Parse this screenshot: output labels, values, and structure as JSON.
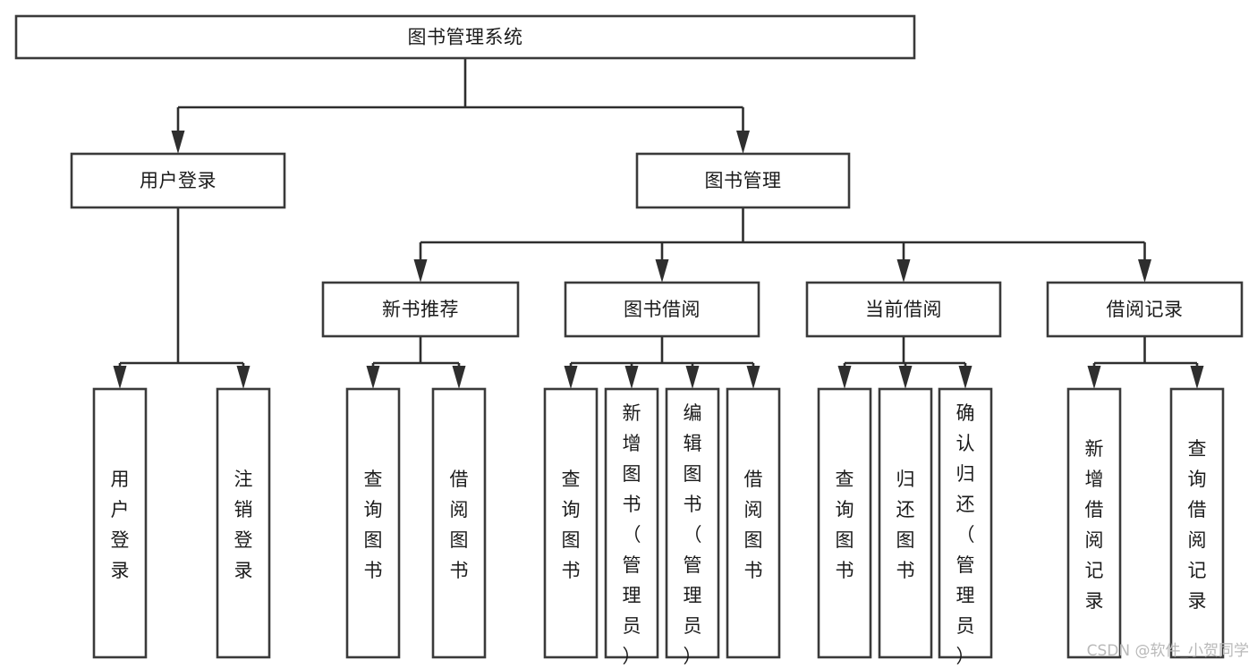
{
  "diagram": {
    "title": "图书管理系统",
    "orientation": "top-down-tree",
    "watermark": "CSDN @软件_小贺同学",
    "colors": {
      "box_stroke": "#3a3a3a",
      "box_fill": "#ffffff",
      "connector": "#2e2e2e",
      "text": "#1b1b1b",
      "watermark": "#b9b9b9",
      "background": "#ffffff"
    }
  },
  "nodes": {
    "root": {
      "label": "图书管理系统",
      "level": 0,
      "text_orientation": "horizontal"
    },
    "l1": [
      {
        "id": "user-login",
        "label": "用户登录",
        "text_orientation": "horizontal"
      },
      {
        "id": "book-management",
        "label": "图书管理",
        "text_orientation": "horizontal"
      }
    ],
    "l2": [
      {
        "id": "new-book-recommend",
        "label": "新书推荐",
        "text_orientation": "horizontal"
      },
      {
        "id": "book-borrow",
        "label": "图书借阅",
        "text_orientation": "horizontal"
      },
      {
        "id": "current-borrow",
        "label": "当前借阅",
        "text_orientation": "horizontal"
      },
      {
        "id": "borrow-record",
        "label": "借阅记录",
        "text_orientation": "horizontal"
      }
    ],
    "leaves": {
      "user-login": [
        {
          "id": "leaf-user-login",
          "label": "用户登录",
          "text_orientation": "vertical"
        },
        {
          "id": "leaf-logout",
          "label": "注销登录",
          "text_orientation": "vertical"
        }
      ],
      "new-book-recommend": [
        {
          "id": "leaf-query-book-1",
          "label": "查询图书",
          "text_orientation": "vertical"
        },
        {
          "id": "leaf-borrow-book-1",
          "label": "借阅图书",
          "text_orientation": "vertical"
        }
      ],
      "book-borrow": [
        {
          "id": "leaf-query-book-2",
          "label": "查询图书",
          "text_orientation": "vertical"
        },
        {
          "id": "leaf-add-book",
          "label": "新增图书（管理员）",
          "text_orientation": "vertical"
        },
        {
          "id": "leaf-edit-book",
          "label": "编辑图书（管理员）",
          "text_orientation": "vertical"
        },
        {
          "id": "leaf-borrow-book-2",
          "label": "借阅图书",
          "text_orientation": "vertical"
        }
      ],
      "current-borrow": [
        {
          "id": "leaf-query-book-3",
          "label": "查询图书",
          "text_orientation": "vertical"
        },
        {
          "id": "leaf-return-book",
          "label": "归还图书",
          "text_orientation": "vertical"
        },
        {
          "id": "leaf-confirm-return",
          "label": "确认归还（管理员）",
          "text_orientation": "vertical"
        }
      ],
      "borrow-record": [
        {
          "id": "leaf-add-record",
          "label": "新增借阅记录",
          "text_orientation": "vertical"
        },
        {
          "id": "leaf-query-record",
          "label": "查询借阅记录",
          "text_orientation": "vertical"
        }
      ]
    }
  },
  "edges": [
    {
      "from": "图书管理系统",
      "to": "用户登录"
    },
    {
      "from": "图书管理系统",
      "to": "图书管理"
    },
    {
      "from": "图书管理",
      "to": "新书推荐"
    },
    {
      "from": "图书管理",
      "to": "图书借阅"
    },
    {
      "from": "图书管理",
      "to": "当前借阅"
    },
    {
      "from": "图书管理",
      "to": "借阅记录"
    },
    {
      "from": "用户登录",
      "to": "用户登录"
    },
    {
      "from": "用户登录",
      "to": "注销登录"
    },
    {
      "from": "新书推荐",
      "to": "查询图书"
    },
    {
      "from": "新书推荐",
      "to": "借阅图书"
    },
    {
      "from": "图书借阅",
      "to": "查询图书"
    },
    {
      "from": "图书借阅",
      "to": "新增图书（管理员）"
    },
    {
      "from": "图书借阅",
      "to": "编辑图书（管理员）"
    },
    {
      "from": "图书借阅",
      "to": "借阅图书"
    },
    {
      "from": "当前借阅",
      "to": "查询图书"
    },
    {
      "from": "当前借阅",
      "to": "归还图书"
    },
    {
      "from": "当前借阅",
      "to": "确认归还（管理员）"
    },
    {
      "from": "借阅记录",
      "to": "新增借阅记录"
    },
    {
      "from": "借阅记录",
      "to": "查询借阅记录"
    }
  ]
}
